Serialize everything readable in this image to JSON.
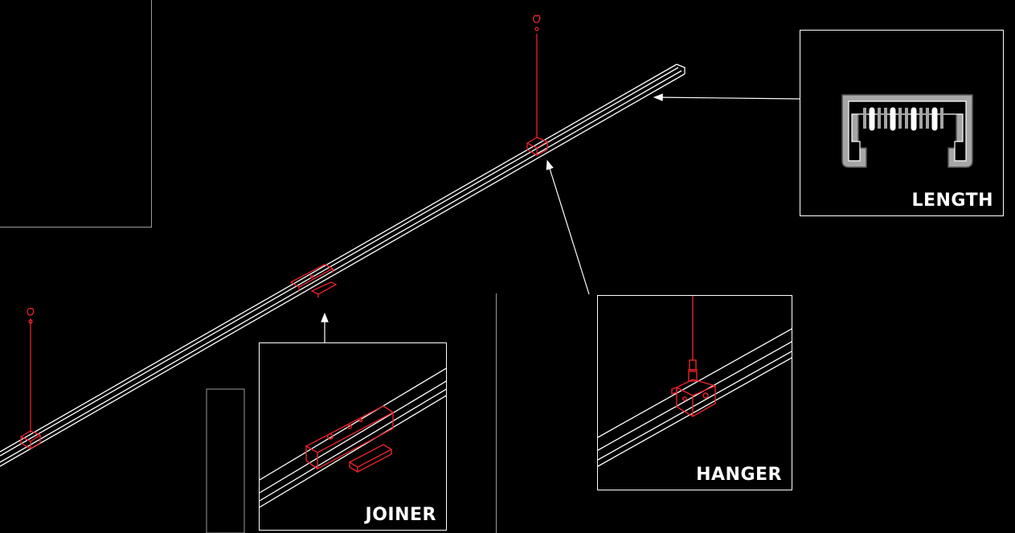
{
  "callouts": {
    "length": {
      "label": "LENGTH"
    },
    "hanger": {
      "label": "HANGER"
    },
    "joiner": {
      "label": "JOINER"
    }
  },
  "colors": {
    "background": "#000000",
    "linework": "#ffffff",
    "hardware": "#e8232b",
    "profile_fill": "#a6a6a6"
  }
}
